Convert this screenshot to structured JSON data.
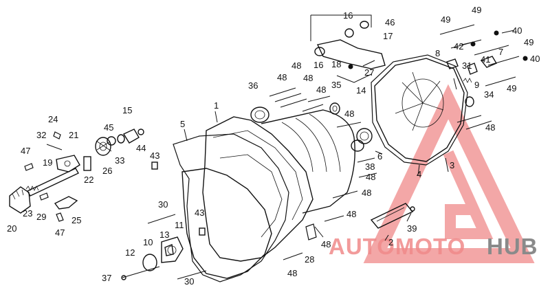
{
  "watermark": {
    "word1": "AUTOMOTO",
    "word2": "HUB",
    "color_red": "#f08a8a",
    "color_gray": "#8a8a8a"
  },
  "labels": [
    {
      "id": "l1",
      "text": "1"
    },
    {
      "id": "l2",
      "text": "2"
    },
    {
      "id": "l3",
      "text": "3"
    },
    {
      "id": "l4",
      "text": "4"
    },
    {
      "id": "l5",
      "text": "5"
    },
    {
      "id": "l6",
      "text": "6"
    },
    {
      "id": "l7",
      "text": "7"
    },
    {
      "id": "l8",
      "text": "8"
    },
    {
      "id": "l9",
      "text": "9"
    },
    {
      "id": "l10",
      "text": "10"
    },
    {
      "id": "l11",
      "text": "11"
    },
    {
      "id": "l12",
      "text": "12"
    },
    {
      "id": "l13",
      "text": "13"
    },
    {
      "id": "l14",
      "text": "14"
    },
    {
      "id": "l15",
      "text": "15"
    },
    {
      "id": "l16a",
      "text": "16"
    },
    {
      "id": "l16b",
      "text": "16"
    },
    {
      "id": "l17",
      "text": "17"
    },
    {
      "id": "l18",
      "text": "18"
    },
    {
      "id": "l19",
      "text": "19"
    },
    {
      "id": "l20",
      "text": "20"
    },
    {
      "id": "l21",
      "text": "21"
    },
    {
      "id": "l22",
      "text": "22"
    },
    {
      "id": "l23",
      "text": "23"
    },
    {
      "id": "l24",
      "text": "24"
    },
    {
      "id": "l25",
      "text": "25"
    },
    {
      "id": "l26",
      "text": "26"
    },
    {
      "id": "l27",
      "text": "27"
    },
    {
      "id": "l28",
      "text": "28"
    },
    {
      "id": "l29",
      "text": "29"
    },
    {
      "id": "l30a",
      "text": "30"
    },
    {
      "id": "l30b",
      "text": "30"
    },
    {
      "id": "l31",
      "text": "31"
    },
    {
      "id": "l32",
      "text": "32"
    },
    {
      "id": "l33",
      "text": "33"
    },
    {
      "id": "l34",
      "text": "34"
    },
    {
      "id": "l35",
      "text": "35"
    },
    {
      "id": "l36",
      "text": "36"
    },
    {
      "id": "l37",
      "text": "37"
    },
    {
      "id": "l38",
      "text": "38"
    },
    {
      "id": "l39",
      "text": "39"
    },
    {
      "id": "l40a",
      "text": "40"
    },
    {
      "id": "l40b",
      "text": "40"
    },
    {
      "id": "l41",
      "text": "41"
    },
    {
      "id": "l42",
      "text": "42"
    },
    {
      "id": "l43a",
      "text": "43"
    },
    {
      "id": "l43b",
      "text": "43"
    },
    {
      "id": "l44",
      "text": "44"
    },
    {
      "id": "l45",
      "text": "45"
    },
    {
      "id": "l46",
      "text": "46"
    },
    {
      "id": "l47a",
      "text": "47"
    },
    {
      "id": "l47b",
      "text": "47"
    },
    {
      "id": "l48a",
      "text": "48"
    },
    {
      "id": "l48b",
      "text": "48"
    },
    {
      "id": "l48c",
      "text": "48"
    },
    {
      "id": "l48d",
      "text": "48"
    },
    {
      "id": "l48e",
      "text": "48"
    },
    {
      "id": "l48f",
      "text": "48"
    },
    {
      "id": "l48g",
      "text": "48"
    },
    {
      "id": "l48h",
      "text": "48"
    },
    {
      "id": "l48i",
      "text": "48"
    },
    {
      "id": "l48j",
      "text": "48"
    },
    {
      "id": "l48k",
      "text": "48"
    },
    {
      "id": "l49a",
      "text": "49"
    },
    {
      "id": "l49b",
      "text": "49"
    },
    {
      "id": "l49c",
      "text": "49"
    },
    {
      "id": "l49d",
      "text": "49"
    }
  ]
}
